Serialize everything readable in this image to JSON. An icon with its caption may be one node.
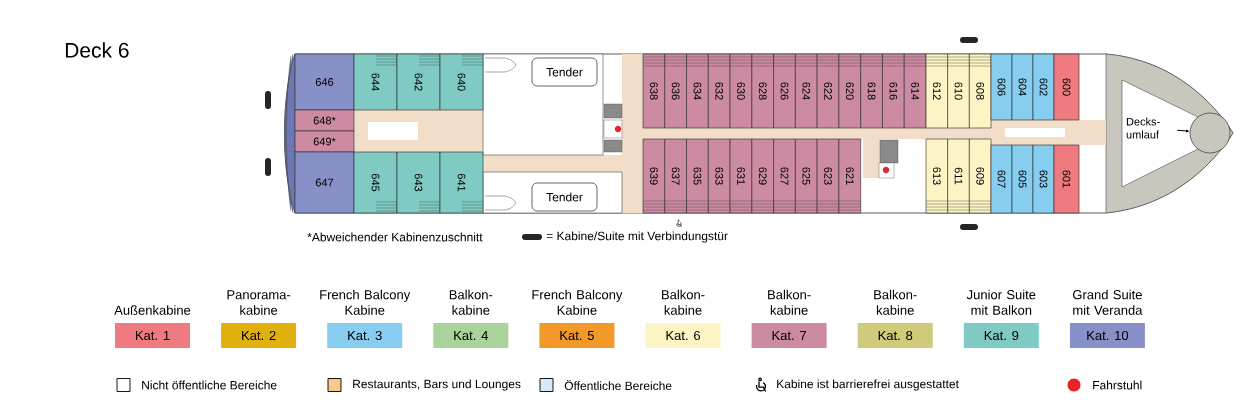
{
  "diagram": {
    "nodes": [
      {
        "text": [
          "646"
        ]
      },
      {
        "text": [
          "648*"
        ]
      },
      {
        "text": [
          "649*"
        ]
      },
      {
        "text": [
          "647"
        ]
      },
      {
        "text": [
          "644"
        ]
      },
      {
        "text": [
          "642"
        ]
      },
      {
        "text": [
          "640"
        ]
      },
      {
        "text": [
          "645"
        ]
      },
      {
        "text": [
          "643"
        ]
      },
      {
        "text": [
          "641"
        ]
      },
      {
        "text": [
          "Tender"
        ]
      },
      {
        "text": [
          "Tender"
        ]
      },
      {
        "text": [
          "638"
        ]
      },
      {
        "text": [
          "636"
        ]
      },
      {
        "text": [
          "634"
        ]
      },
      {
        "text": [
          "632"
        ]
      },
      {
        "text": [
          "630"
        ]
      },
      {
        "text": [
          "628"
        ]
      },
      {
        "text": [
          "626"
        ]
      },
      {
        "text": [
          "624"
        ]
      },
      {
        "text": [
          "622"
        ]
      },
      {
        "text": [
          "620"
        ]
      },
      {
        "text": [
          "618"
        ]
      },
      {
        "text": [
          "616"
        ]
      },
      {
        "text": [
          "614"
        ]
      },
      {
        "text": [
          "639"
        ]
      },
      {
        "text": [
          "637"
        ]
      },
      {
        "text": [
          "635"
        ]
      },
      {
        "text": [
          "633"
        ]
      },
      {
        "text": [
          "631"
        ]
      },
      {
        "text": [
          "629"
        ]
      },
      {
        "text": [
          "627"
        ]
      },
      {
        "text": [
          "625"
        ]
      },
      {
        "text": [
          "623"
        ]
      },
      {
        "text": [
          "621"
        ]
      },
      {
        "text": [
          "612"
        ]
      },
      {
        "text": [
          "610"
        ]
      },
      {
        "text": [
          "608"
        ]
      },
      {
        "text": [
          "613"
        ]
      },
      {
        "text": [
          "611"
        ]
      },
      {
        "text": [
          "609"
        ]
      },
      {
        "text": [
          "606"
        ]
      },
      {
        "text": [
          "604"
        ]
      },
      {
        "text": [
          "602"
        ]
      },
      {
        "text": [
          "600"
        ]
      },
      {
        "text": [
          "607"
        ]
      },
      {
        "text": [
          "605"
        ]
      },
      {
        "text": [
          "603"
        ]
      },
      {
        "text": [
          "601"
        ]
      },
      {
        "text": [
          "Decks- umlauf"
        ]
      },
      {
        "text": [],
        "shape": "circle"
      }
    ],
    "edges": [
      {
        "from": 49,
        "to": 50,
        "arrow": "to"
      }
    ],
    "labels": [
      "Deck 6",
      "*Abweichender Kabinenzuschnitt",
      "= Kabine/Suite mit Verbindungstür",
      "Außenkabine",
      "Panorama- kabine",
      "French Balcony Kabine",
      "Balkon- kabine",
      "French Balcony Kabine",
      "Balkon- kabine",
      "Balkon- kabine",
      "Balkon- kabine",
      "Junior Suite mit Balkon",
      "Grand Suite mit Veranda"
    ],
    "legend": [
      {
        "text": "Kat. 1",
        "color": "#ef7b80"
      },
      {
        "text": "Kat. 2",
        "color": "#dfb00e"
      },
      {
        "text": "Kat. 3",
        "color": "#86cdef"
      },
      {
        "text": "Kat. 4",
        "color": "#a9d39b"
      },
      {
        "text": "Kat. 5",
        "color": "#f3992a"
      },
      {
        "text": "Kat. 6",
        "color": "#fcf4c4"
      },
      {
        "text": "Kat. 7",
        "color": "#cc8ba3"
      },
      {
        "text": "Kat. 8",
        "color": "#cfcb7b"
      },
      {
        "text": "Kat. 9",
        "color": "#7fcbc4"
      },
      {
        "text": "Kat. 10",
        "color": "#8890c8"
      },
      {
        "text": "Nicht öffentliche Bereiche"
      },
      {
        "text": "Restaurants, Bars und Lounges",
        "color": "#f8c98b"
      },
      {
        "text": "Öffentliche Bereiche",
        "color": "#d7e9f6"
      },
      {
        "text": "Kabine ist barrierefrei ausgestattet"
      },
      {
        "text": "Fahrstuhl",
        "color": "#e8232a"
      }
    ]
  }
}
